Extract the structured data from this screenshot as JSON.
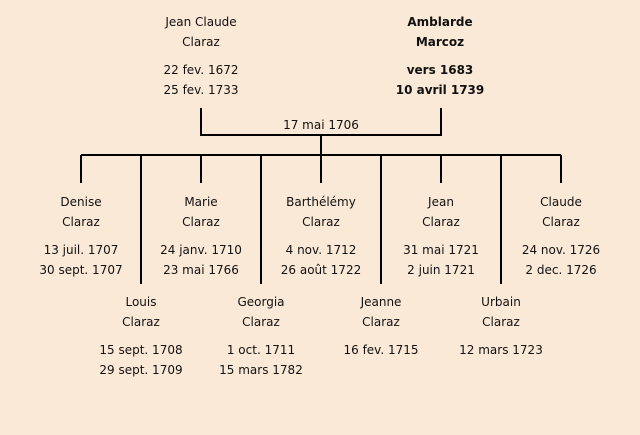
{
  "father": {
    "first": "Jean Claude",
    "last": "Claraz",
    "birth": "22 fev. 1672",
    "death": "25 fev. 1733"
  },
  "mother": {
    "first": "Amblarde",
    "last": "Marcoz",
    "birth": "vers 1683",
    "death": "10 avril 1739"
  },
  "marriage_date": "17 mai 1706",
  "children": [
    {
      "first": "Denise",
      "last": "Claraz",
      "birth": "13 juil. 1707",
      "death": "30 sept. 1707"
    },
    {
      "first": "Louis",
      "last": "Claraz",
      "birth": "15 sept. 1708",
      "death": "29 sept. 1709"
    },
    {
      "first": "Marie",
      "last": "Claraz",
      "birth": "24 janv. 1710",
      "death": "23 mai 1766"
    },
    {
      "first": "Georgia",
      "last": "Claraz",
      "birth": "1 oct. 1711",
      "death": "15 mars 1782"
    },
    {
      "first": "Barthélémy",
      "last": "Claraz",
      "birth": "4 nov. 1712",
      "death": "26 août 1722"
    },
    {
      "first": "Jeanne",
      "last": "Claraz",
      "birth": "16 fev. 1715",
      "death": ""
    },
    {
      "first": "Jean",
      "last": "Claraz",
      "birth": "31 mai 1721",
      "death": "2 juin 1721"
    },
    {
      "first": "Urbain",
      "last": "Claraz",
      "birth": "12 mars 1723",
      "death": ""
    },
    {
      "first": "Claude",
      "last": "Claraz",
      "birth": "24 nov. 1726",
      "death": "2 dec. 1726"
    }
  ]
}
